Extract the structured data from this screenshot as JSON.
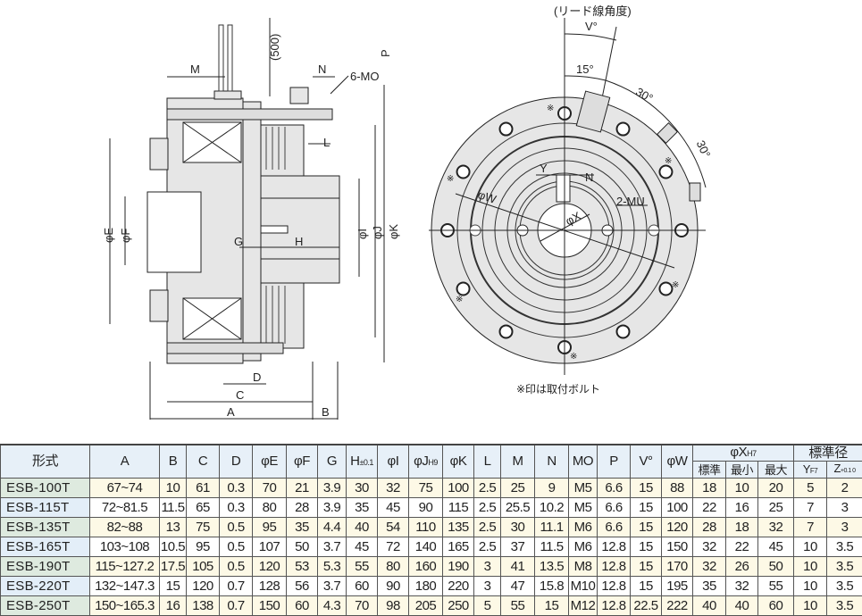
{
  "drawing": {
    "side_labels": {
      "lead_length": "(500)",
      "M": "M",
      "N": "N",
      "P": "P",
      "mo": "6-MO",
      "L": "L",
      "E": "φE",
      "F": "φF",
      "G": "G",
      "H": "H",
      "I": "φI",
      "J": "φJ",
      "K": "φK",
      "D": "D",
      "C": "C",
      "A": "A",
      "B": "B"
    },
    "front_labels": {
      "lead_angle": "(リード線角度)",
      "V": "V°",
      "a15": "15°",
      "a30a": "30°",
      "a30b": "30°",
      "Y": "Y",
      "N": "N",
      "mu": "2-MU",
      "W": "φW",
      "X": "φX",
      "mark": "※"
    },
    "note": "※印は取付ボルト"
  },
  "table": {
    "headers": {
      "model": "形式",
      "A": "A",
      "B": "B",
      "C": "C",
      "D": "D",
      "E": "φE",
      "F": "φF",
      "G": "G",
      "H": "H",
      "H_tol": "±0.1",
      "I": "φI",
      "J": "φJ",
      "J_tol": "H9",
      "K": "φK",
      "L": "L",
      "M": "M",
      "N": "N",
      "MO": "MO",
      "P": "P",
      "V": "V°",
      "W": "φW",
      "X": "φX",
      "X_tol": "H7",
      "X_std": "標準",
      "X_min": "最小",
      "X_max": "最大",
      "std": "標準径",
      "Y": "Y",
      "Y_tol": "F7",
      "Z": "Z",
      "Z_tol": "+0.1 0"
    },
    "rows": [
      [
        "ESB-100T",
        "67~74",
        "10",
        "61",
        "0.3",
        "70",
        "21",
        "3.9",
        "30",
        "32",
        "75",
        "100",
        "2.5",
        "25",
        "9",
        "M5",
        "6.6",
        "15",
        "88",
        "18",
        "10",
        "20",
        "5",
        "2"
      ],
      [
        "ESB-115T",
        "72~81.5",
        "11.5",
        "65",
        "0.3",
        "80",
        "28",
        "3.9",
        "35",
        "45",
        "90",
        "115",
        "2.5",
        "25.5",
        "10.2",
        "M5",
        "6.6",
        "15",
        "100",
        "22",
        "16",
        "25",
        "7",
        "3"
      ],
      [
        "ESB-135T",
        "82~88",
        "13",
        "75",
        "0.5",
        "95",
        "35",
        "4.4",
        "40",
        "54",
        "110",
        "135",
        "2.5",
        "30",
        "11.1",
        "M6",
        "6.6",
        "15",
        "120",
        "28",
        "18",
        "32",
        "7",
        "3"
      ],
      [
        "ESB-165T",
        "103~108",
        "10.5",
        "95",
        "0.5",
        "107",
        "50",
        "3.7",
        "45",
        "72",
        "140",
        "165",
        "2.5",
        "37",
        "11.5",
        "M6",
        "12.8",
        "15",
        "150",
        "32",
        "22",
        "45",
        "10",
        "3.5"
      ],
      [
        "ESB-190T",
        "115~127.2",
        "17.5",
        "105",
        "0.5",
        "120",
        "53",
        "5.3",
        "55",
        "80",
        "160",
        "190",
        "3",
        "41",
        "13.5",
        "M8",
        "12.8",
        "15",
        "170",
        "32",
        "26",
        "50",
        "10",
        "3.5"
      ],
      [
        "ESB-220T",
        "132~147.3",
        "15",
        "120",
        "0.7",
        "128",
        "56",
        "3.7",
        "60",
        "90",
        "180",
        "220",
        "3",
        "47",
        "15.8",
        "M10",
        "12.8",
        "15",
        "195",
        "35",
        "32",
        "55",
        "10",
        "3.5"
      ],
      [
        "ESB-250T",
        "150~165.3",
        "16",
        "138",
        "0.7",
        "150",
        "60",
        "4.3",
        "70",
        "98",
        "205",
        "250",
        "5",
        "55",
        "15",
        "M12",
        "12.8",
        "22.5",
        "222",
        "40",
        "40",
        "60",
        "10",
        "3.5"
      ]
    ]
  }
}
